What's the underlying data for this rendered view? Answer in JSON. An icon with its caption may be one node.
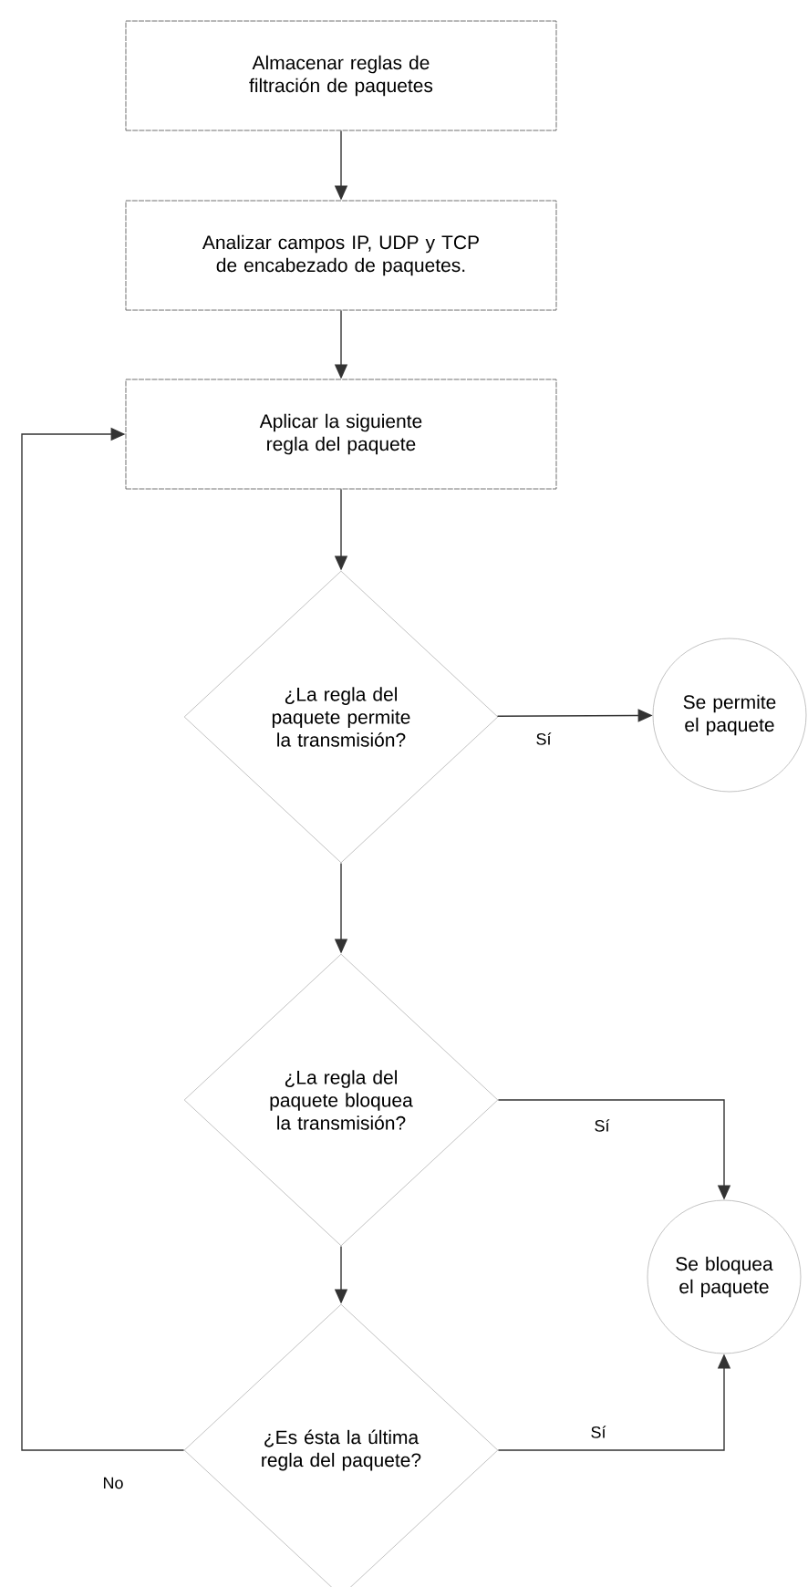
{
  "diagram": {
    "nodes": [
      {
        "text": [
          "Almacenar reglas de filtración de paquetes"
        ]
      },
      {
        "text": [
          "Analizar campos IP, UDP y TCP de encabezado de paquetes."
        ]
      },
      {
        "text": [
          "Aplicar la siguiente regla del paquete"
        ]
      },
      {
        "text": [
          "¿La regla del paquete permite la transmisión?"
        ]
      },
      {
        "text": [
          "Se permite el paquete"
        ]
      },
      {
        "text": [
          "¿La regla del paquete bloquea la transmisión?"
        ]
      },
      {
        "text": [
          "Se bloquea el paquete"
        ]
      },
      {
        "text": [
          "¿Es ésta la última regla del paquete?"
        ]
      }
    ],
    "edges": [
      {
        "from": 0,
        "to": 1,
        "arrow": "to"
      },
      {
        "from": 1,
        "to": 2,
        "arrow": "to"
      },
      {
        "from": 2,
        "to": 3,
        "arrow": "to"
      },
      {
        "from": 3,
        "to": 4,
        "arrow": "to",
        "label": "Sí"
      },
      {
        "from": 3,
        "to": 5,
        "arrow": "to"
      },
      {
        "from": 5,
        "to": 6,
        "arrow": "to",
        "label": "Sí"
      },
      {
        "from": 5,
        "to": 7,
        "arrow": "to"
      },
      {
        "from": 7,
        "to": 6,
        "arrow": "to",
        "label": "Sí"
      },
      {
        "from": 7,
        "to": 2,
        "arrow": "to",
        "label": "No"
      }
    ]
  }
}
